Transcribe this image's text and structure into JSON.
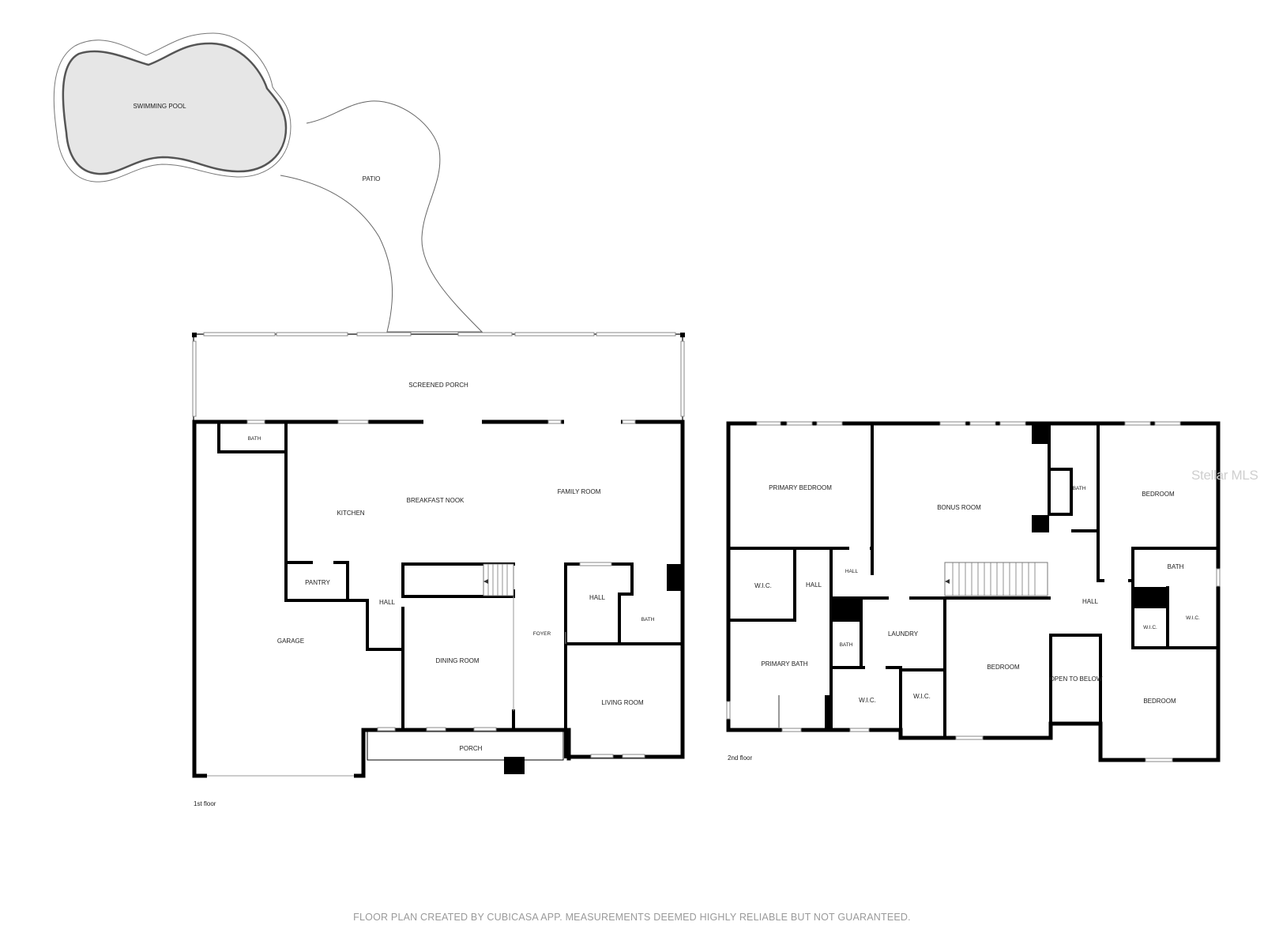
{
  "outdoor": {
    "pool_label": "SWIMMING POOL",
    "patio_label": "PATIO"
  },
  "floor1": {
    "caption": "1st floor",
    "rooms": {
      "screened_porch": "SCREENED PORCH",
      "bath": "BATH",
      "kitchen": "KITCHEN",
      "breakfast_nook": "BREAKFAST NOOK",
      "family_room": "FAMILY ROOM",
      "pantry": "PANTRY",
      "hall": "HALL",
      "hall_2": "HALL",
      "bath_2": "BATH",
      "garage": "GARAGE",
      "dining_room": "DINING ROOM",
      "foyer": "FOYER",
      "living_room": "LIVING ROOM",
      "porch": "PORCH"
    }
  },
  "floor2": {
    "caption": "2nd floor",
    "rooms": {
      "primary_bedroom": "PRIMARY BEDROOM",
      "bonus_room": "BONUS ROOM",
      "bath_top": "BATH",
      "bedroom_ne": "BEDROOM",
      "wic_1": "W.I.C.",
      "hall_a": "HALL",
      "hall_b": "HALL",
      "bath_e": "BATH",
      "hall_c": "HALL",
      "wic_2": "W.I.C.",
      "wic_3": "W.I.C.",
      "laundry": "LAUNDRY",
      "bath_small": "BATH",
      "primary_bath": "PRIMARY BATH",
      "bedroom_mid": "BEDROOM",
      "open_to_below": "OPEN TO BELOW",
      "wic_4": "W.I.C.",
      "wic_5": "W.I.C.",
      "bedroom_se": "BEDROOM"
    }
  },
  "watermark": "Stellar MLS",
  "footer": "FLOOR PLAN CREATED BY CUBICASA APP. MEASUREMENTS DEEMED HIGHLY RELIABLE BUT NOT GUARANTEED."
}
